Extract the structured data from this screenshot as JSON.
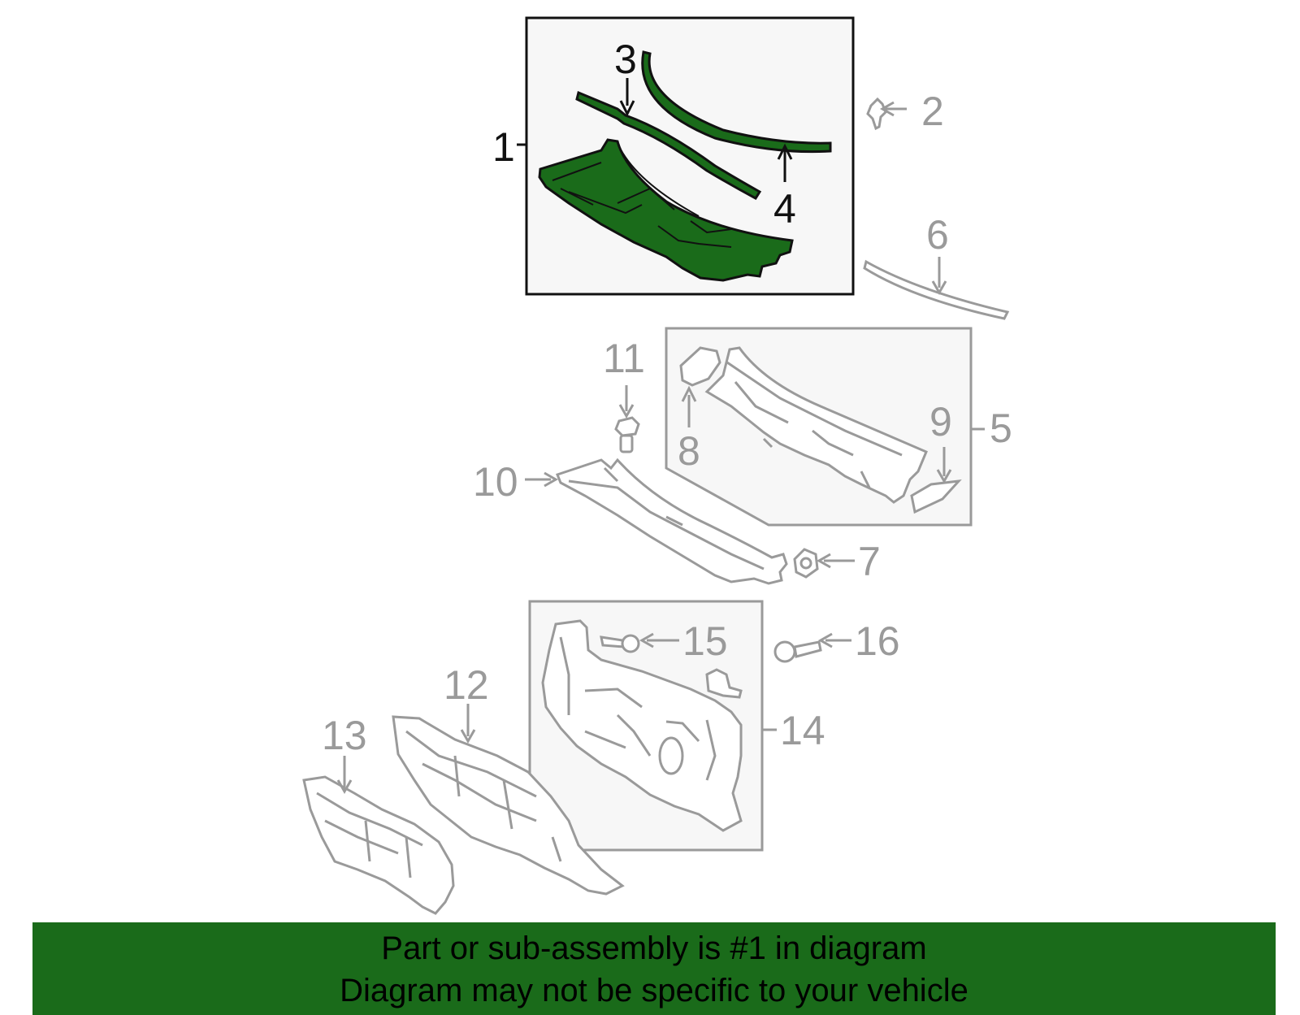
{
  "callouts": {
    "c1": "1",
    "c2": "2",
    "c3": "3",
    "c4": "4",
    "c5": "5",
    "c6": "6",
    "c7": "7",
    "c8": "8",
    "c9": "9",
    "c10": "10",
    "c11": "11",
    "c12": "12",
    "c13": "13",
    "c14": "14",
    "c15": "15",
    "c16": "16"
  },
  "banner": {
    "line1": "Part or sub-assembly is #1 in diagram",
    "line2": "Diagram may not be specific to your vehicle"
  },
  "colors": {
    "highlight_part": "#1a6b1a",
    "banner_bg": "#1a6b1a",
    "muted_part": "#9a9a9a",
    "active_box": "#111111"
  }
}
